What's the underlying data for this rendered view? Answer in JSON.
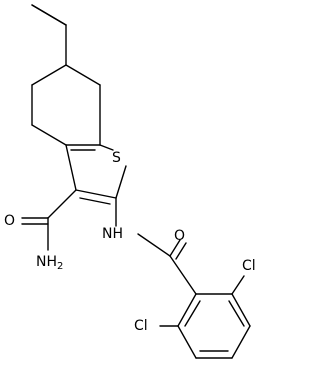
{
  "molecule": {
    "atom_labels": {
      "sulfur": "S",
      "amide_nh": "NH",
      "amide_o": "O",
      "primary_amide_o": "O",
      "primary_amide_nh2": "NH",
      "primary_amide_nh2_sub": "2",
      "chlorine_upper": "Cl",
      "chlorine_lower": "Cl"
    }
  }
}
